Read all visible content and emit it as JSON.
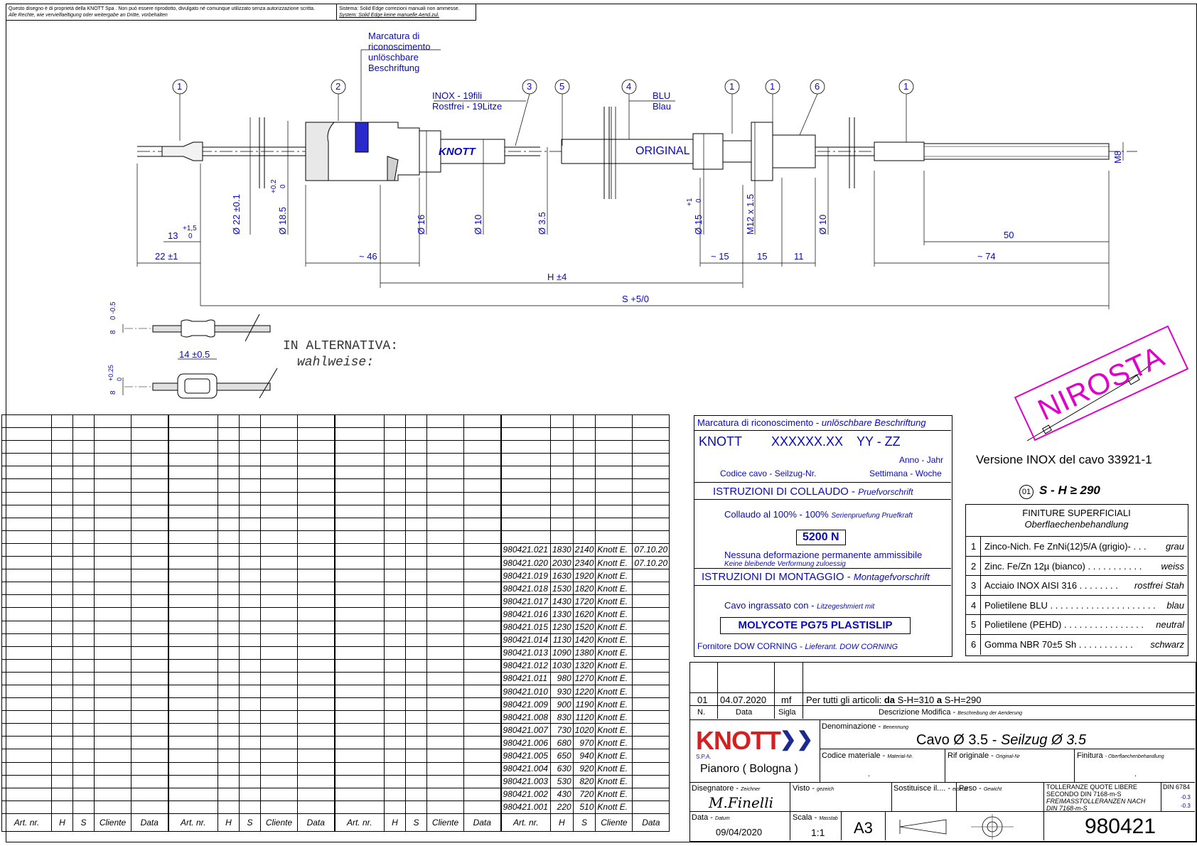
{
  "header": {
    "notice_it": "Questo disegno è di proprietà della KNOTT Spa . Non può essere riprodotto, divulgato né comunque utilizzato senza autorizzazione scritta.",
    "notice_de": "Alle Rechte, wie vervielfaeltigung oder weitergabe an Dritte, vorbehalten",
    "system_it": "Sistema: Solid Edge correzioni manuali non ammesse.",
    "system_de": "System: Solid Edge keine manuelle Aend.zul."
  },
  "drawing": {
    "marcatura": [
      "Marcatura di",
      "riconoscimento",
      "unlöschbare",
      "Beschriftung"
    ],
    "inox": "INOX - 19fili",
    "rostfrei": "Rostfrei - 19Litze",
    "blu": "BLU",
    "blau": "Blau",
    "original": "ORIGINAL",
    "knott_logo": "KNOTT",
    "balloons": [
      "1",
      "2",
      "3",
      "5",
      "4",
      "1",
      "1",
      "6",
      "1"
    ],
    "dims": {
      "d22": "Ø 22 ±0.1",
      "d18": "Ø 18.5",
      "d18_tol_up": "+0.2",
      "d18_tol_dn": "0",
      "d16": "Ø 16",
      "d10a": "Ø 10",
      "d35": "Ø 3.5",
      "d15": "Ø 15",
      "d15_tol_up": "+1",
      "d15_tol_dn": "0",
      "m12": "M12 x 1.5",
      "d10b": "Ø 10",
      "m8": "M8",
      "l13": "13",
      "l13_tol_up": "+1,5",
      "l13_tol_dn": "0",
      "l22": "22 ±1",
      "l46": "~ 46",
      "l15a": "~ 15",
      "l15b": "15",
      "l11": "11",
      "l50": "50",
      "l74": "~ 74",
      "h": "H ±4",
      "s": "S    +5/0",
      "alt_tol1": "0\n-0.5",
      "alt_8a": "8",
      "alt_8b": "8",
      "alt_tol2_up": "+0.25",
      "alt_tol2_dn": "0",
      "alt_14": "14 ±0.5"
    },
    "alternativa": "IN ALTERNATIVA:",
    "wahlweise": "wahlweise:",
    "nirosta": "NIROSTA"
  },
  "marking_box": {
    "title": "Marcatura di riconoscimento",
    "title_de": "unlöschbare Beschriftung",
    "knott": "KNOTT",
    "code": "XXXXXX.XX",
    "yy": "YY - ZZ",
    "codice": "Codice cavo - Seilzug-Nr.",
    "anno": "Anno - Jahr",
    "settimana": "Settimana - Woche",
    "collaudo_title": "ISTRUZIONI DI COLLAUDO",
    "collaudo_de": "Pruefvorschrift",
    "collaudo_line": "Collaudo al 100%  -  100%",
    "collaudo_line_de": "Serienpruefung Pruefkraft",
    "force": "5200 N",
    "deform": "Nessuna deformazione permanente ammissibile",
    "deform_de": "Keine bleibende Verformung zuloessig",
    "montaggio_title": "ISTRUZIONI DI MONTAGGIO",
    "montaggio_de": "Montagefvorschrift",
    "ingrassato": "Cavo ingrassato con  -",
    "ingrassato_de": "Litzegeshmiert mit",
    "grease": "MOLYCOTE PG75 PLASTISLIP",
    "fornitore": "Fornitore DOW CORNING  -",
    "fornitore_de": "Lieferant. DOW CORNING"
  },
  "versione": "Versione INOX del cavo 33921-1",
  "note01": "01",
  "sh_note": "S - H ≥ 290",
  "finiture": {
    "title": "FINITURE SUPERFICIALI",
    "title_de": "Oberflaechenbehandlung",
    "rows": [
      {
        "n": "1",
        "text": "Zinco-Nich. Fe ZnNi(12)5/A (grigio)- . . .",
        "de": "grau"
      },
      {
        "n": "2",
        "text": "Zinc. Fe/Zn 12µ (bianco) . . . . . . . . . . .",
        "de": "weiss"
      },
      {
        "n": "3",
        "text": "Acciaio INOX AISI 316 . . . . . . . .",
        "de": "rostfrei Stah"
      },
      {
        "n": "4",
        "text": "Polietilene BLU . . . . . . . . . . . . . . . . . . . . .",
        "de": "blau"
      },
      {
        "n": "5",
        "text": "Polietilene (PEHD) . . . . . . . . . . . . . . . .",
        "de": "neutral"
      },
      {
        "n": "6",
        "text": "Gomma NBR 70±5 Sh . . . . . . . . . . .",
        "de": "schwarz"
      }
    ]
  },
  "table": {
    "headers": [
      "Art. nr.",
      "H",
      "S",
      "Cliente",
      "Data"
    ],
    "rows": [
      [
        "980421.021",
        "1830",
        "2140",
        "Knott E.",
        "07.10.20"
      ],
      [
        "980421.020",
        "2030",
        "2340",
        "Knott E.",
        "07.10.20"
      ],
      [
        "980421.019",
        "1630",
        "1920",
        "Knott E.",
        ""
      ],
      [
        "980421.018",
        "1530",
        "1820",
        "Knott E.",
        ""
      ],
      [
        "980421.017",
        "1430",
        "1720",
        "Knott E.",
        ""
      ],
      [
        "980421.016",
        "1330",
        "1620",
        "Knott E.",
        ""
      ],
      [
        "980421.015",
        "1230",
        "1520",
        "Knott E.",
        ""
      ],
      [
        "980421.014",
        "1130",
        "1420",
        "Knott E.",
        ""
      ],
      [
        "980421.013",
        "1090",
        "1380",
        "Knott E.",
        ""
      ],
      [
        "980421.012",
        "1030",
        "1320",
        "Knott E.",
        ""
      ],
      [
        "980421.011",
        "980",
        "1270",
        "Knott E.",
        ""
      ],
      [
        "980421.010",
        "930",
        "1220",
        "Knott E.",
        ""
      ],
      [
        "980421.009",
        "900",
        "1190",
        "Knott E.",
        ""
      ],
      [
        "980421.008",
        "830",
        "1120",
        "Knott E.",
        ""
      ],
      [
        "980421.007",
        "730",
        "1020",
        "Knott E.",
        ""
      ],
      [
        "980421.006",
        "680",
        "970",
        "Knott E.",
        ""
      ],
      [
        "980421.005",
        "650",
        "940",
        "Knott E.",
        ""
      ],
      [
        "980421.004",
        "630",
        "920",
        "Knott E.",
        ""
      ],
      [
        "980421.003",
        "530",
        "820",
        "Knott E.",
        ""
      ],
      [
        "980421.002",
        "430",
        "720",
        "Knott E.",
        ""
      ],
      [
        "980421.001",
        "220",
        "510",
        "Knott E.",
        ""
      ]
    ]
  },
  "revision": {
    "n": "01",
    "date": "04.07.2020",
    "sigla": "mf",
    "desc_pre": "Per tutti gli articoli: ",
    "desc_da": "da",
    "desc_mid": " S-H=310 ",
    "desc_a": "a",
    "desc_post": " S-H=290",
    "h_n": "N.",
    "h_data": "Data",
    "h_sigla": "Sigla",
    "h_desc": "Descrizione  Modifica -",
    "h_desc_de": "Beschreibung der Aenderung"
  },
  "title_block": {
    "company": "KNOTT",
    "spa": "S.P.A.",
    "city": "Pianoro  ( Bologna )",
    "denominazione": "Denominazione -",
    "denominazione_de": "Benennung",
    "title_it": "Cavo Ø 3.5 -",
    "title_de": "Seilzug Ø 3.5",
    "codice": "Codice materiale -",
    "codice_de": "Material-Nr.",
    "rif": "Rif originale -",
    "rif_de": "Original-Nr",
    "finitura": "Finitura",
    "finitura_de": "- Oberflaechenbehandlung",
    "dot1": ".",
    "dot2": ".",
    "disegnatore": "Disegnatore -",
    "disegnatore_de": "Zeichner",
    "signature": "M.Finelli",
    "visto": "Visto -",
    "visto_de": "gezeich",
    "sostituisce": "Sostituisce il.... -",
    "sostituisce_de": "ersetzt",
    "peso": "Peso -",
    "peso_de": "Gewicht",
    "toll1": "TOLLERANZE QUOTE LIBERE",
    "toll2": "SECONDO DIN 7168-m-S",
    "toll3": "FREIMASSTOLLERANZEN NACH",
    "toll4": "DIN 7168-m-S",
    "din": "DIN 6784",
    "din_a": "-0.3",
    "din_b": "-0.3",
    "data_l": "Data -",
    "data_de": "Datum",
    "data_v": "09/04/2020",
    "scala_l": "Scala -",
    "scala_de": "Masstab",
    "scala_v": "1:1",
    "format": "A3",
    "number": "980421"
  }
}
